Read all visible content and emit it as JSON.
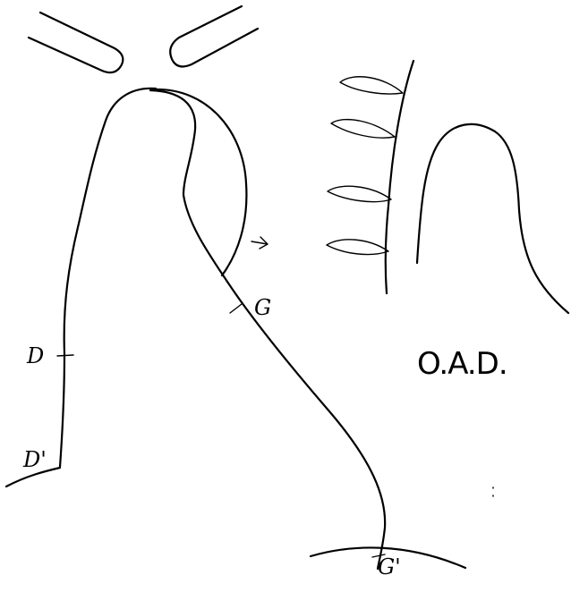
{
  "labels": {
    "d": "D",
    "d_prime": "D'",
    "g": "G",
    "g_prime": "G'",
    "title": "O.A.D."
  }
}
